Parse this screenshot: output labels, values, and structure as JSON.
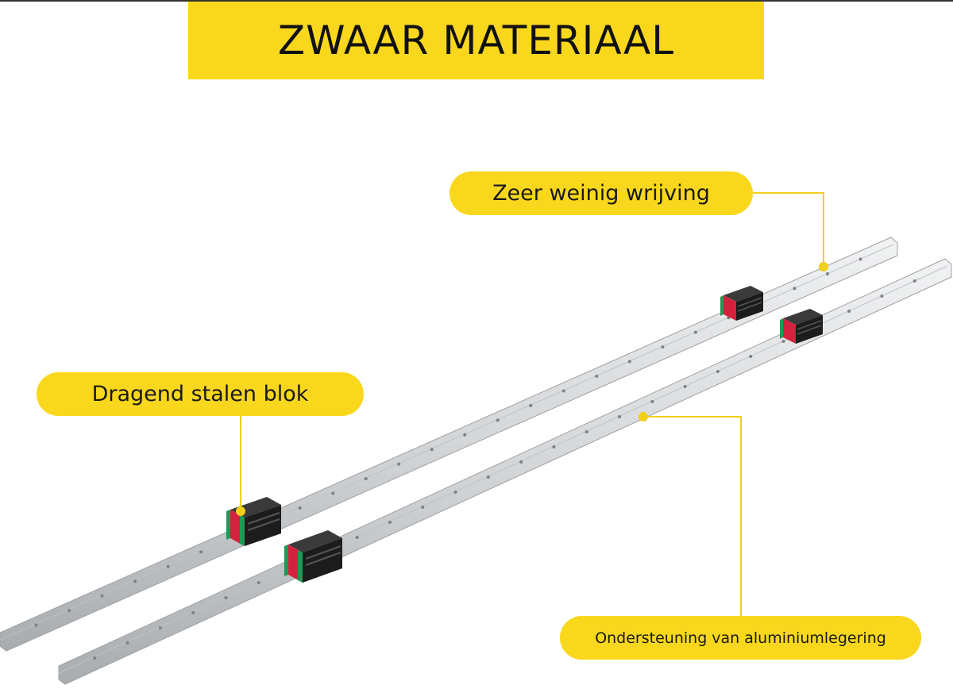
{
  "title": "ZWAAR MATERIAAL",
  "callouts": {
    "friction": "Zeer weinig wrijving",
    "steel_block": "Dragend stalen blok",
    "aluminium": "Ondersteuning van aluminiumlegering"
  },
  "colors": {
    "accent_yellow": "#f9d71c",
    "rail_grey": "#d2d4d6",
    "block_black": "#1c1c1c",
    "block_red": "#d4213d",
    "block_green": "#1f9a55"
  }
}
